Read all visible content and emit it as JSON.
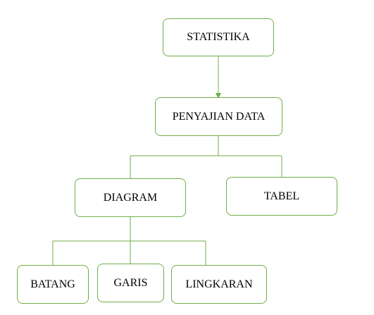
{
  "diagram": {
    "line_color": "#70ad47",
    "nodes": {
      "statistika": "STATISTIKA",
      "penyajian_data": "PENYAJIAN DATA",
      "diagram": "DIAGRAM",
      "tabel": "TABEL",
      "batang": "BATANG",
      "garis": "GARIS",
      "lingkaran": "LINGKARAN"
    },
    "edges": [
      {
        "from": "statistika",
        "to": "penyajian_data",
        "arrow": true
      },
      {
        "from": "penyajian_data",
        "to": "diagram",
        "arrow": false
      },
      {
        "from": "penyajian_data",
        "to": "tabel",
        "arrow": false
      },
      {
        "from": "diagram",
        "to": "batang",
        "arrow": false
      },
      {
        "from": "diagram",
        "to": "garis",
        "arrow": false
      },
      {
        "from": "diagram",
        "to": "lingkaran",
        "arrow": false
      }
    ]
  }
}
